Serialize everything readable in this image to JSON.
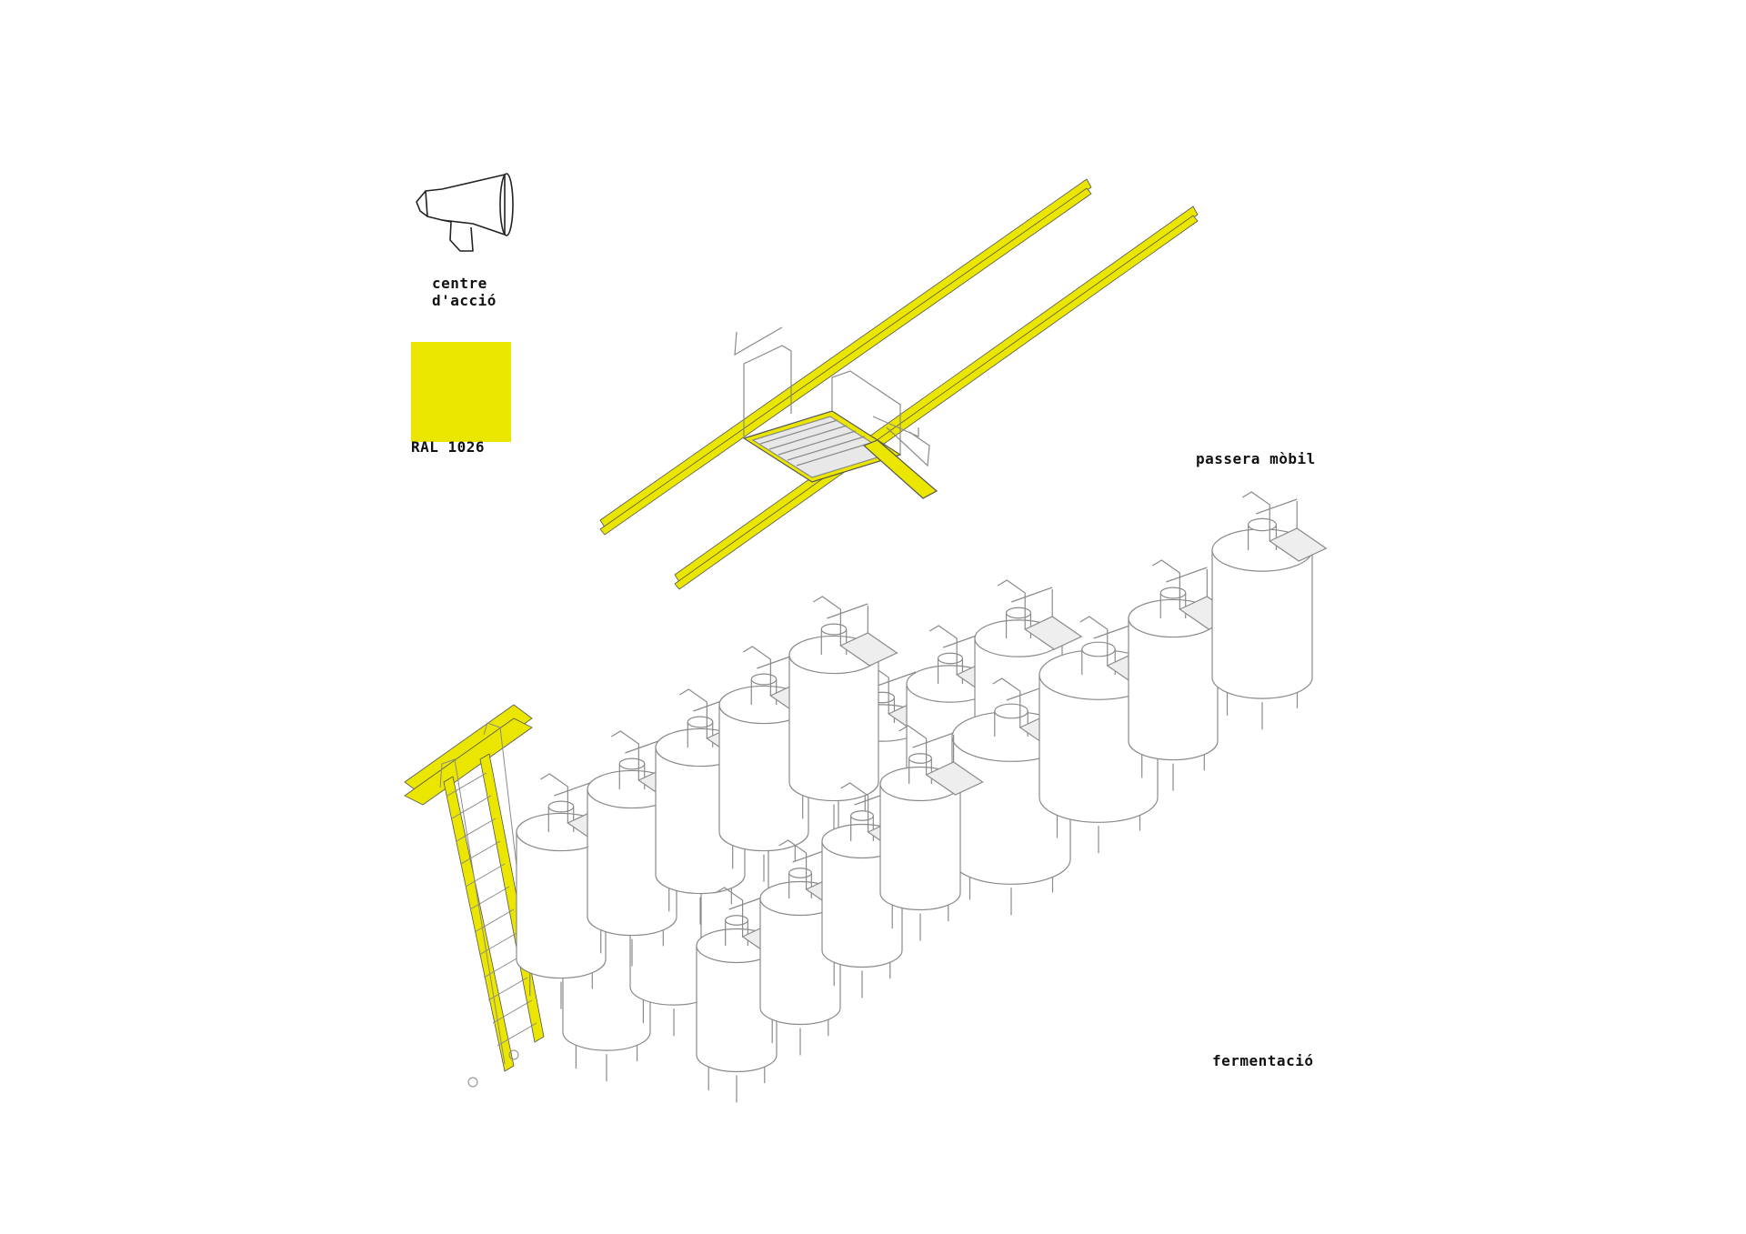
{
  "legend": {
    "icon": "megaphone-icon",
    "icon_caption_line1": "centre",
    "icon_caption_line2": "d'acció",
    "swatch_label": "RAL 1026",
    "swatch_color": "#EBE600"
  },
  "labels": {
    "bridge": "passera mòbil",
    "tanks": "fermentació"
  },
  "colors": {
    "accent": "#EBE600",
    "line": "#8a8a8a",
    "ink": "#111111",
    "background": "#FFFFFF"
  }
}
